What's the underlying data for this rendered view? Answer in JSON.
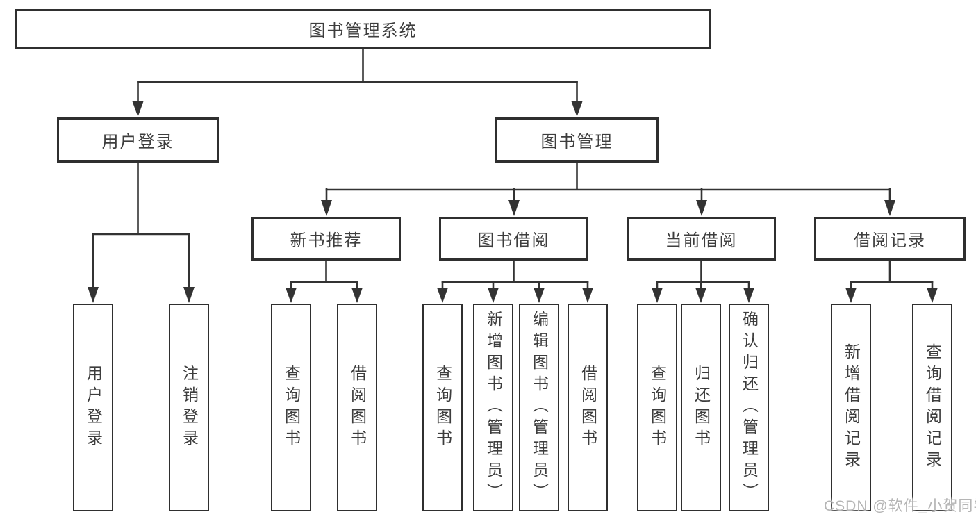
{
  "diagram": {
    "root": {
      "label": "图书管理系统"
    },
    "level2": [
      {
        "label": "用户登录"
      },
      {
        "label": "图书管理"
      }
    ],
    "level3": [
      {
        "label": "新书推荐"
      },
      {
        "label": "图书借阅"
      },
      {
        "label": "当前借阅"
      },
      {
        "label": "借阅记录"
      }
    ],
    "level4": [
      {
        "label": "用户登录"
      },
      {
        "label": "注销登录"
      },
      {
        "label": "查询图书"
      },
      {
        "label": "借阅图书"
      },
      {
        "label": "查询图书"
      },
      {
        "label": "新增图书（管理员）"
      },
      {
        "label": "编辑图书（管理员）"
      },
      {
        "label": "借阅图书"
      },
      {
        "label": "查询图书"
      },
      {
        "label": "归还图书"
      },
      {
        "label": "确认归还（管理员）"
      },
      {
        "label": "新增借阅记录"
      },
      {
        "label": "查询借阅记录"
      }
    ],
    "watermark": {
      "text": "CSDN @软件_小贺同学"
    },
    "colors": {
      "line": "#333333",
      "text": "#3d3d3d",
      "watermark": "#b5b5b5",
      "background": "#ffffff"
    }
  }
}
